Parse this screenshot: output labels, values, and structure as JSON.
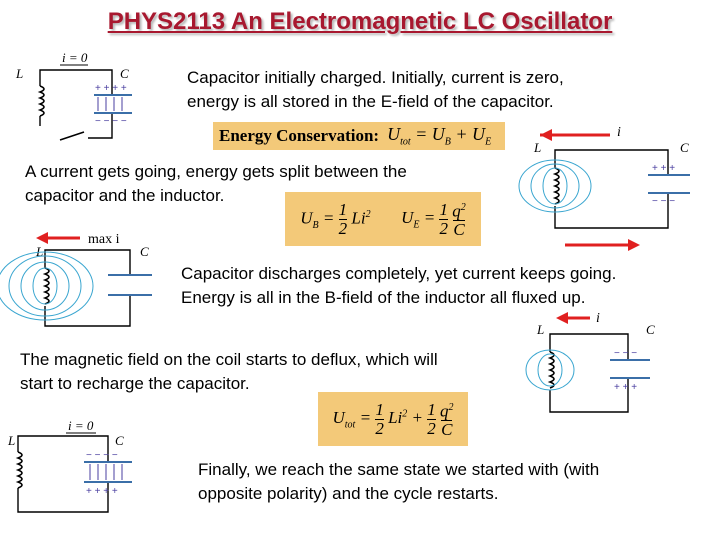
{
  "title": "PHYS2113 An Electromagnetic LC Oscillator",
  "captions": [
    {
      "line1": "Capacitor initially charged. Initially, current is zero,",
      "line2": "energy is all stored in the E-field of the capacitor."
    },
    {
      "line1": "A current gets going, energy gets split between the",
      "line2": "capacitor and the inductor."
    },
    {
      "line1": "Capacitor discharges completely, yet current keeps going.",
      "line2": "Energy is all in the B-field of the inductor all fluxed up."
    },
    {
      "line1": "The magnetic field on the coil starts to deflux, which will",
      "line2": "start to recharge the capacitor."
    },
    {
      "line1": "Finally, we reach the same state we started with (with",
      "line2": "opposite polarity) and the cycle restarts."
    }
  ],
  "equations": {
    "energy_conservation_label": "Energy Conservation:",
    "energy_conservation_expr": "U_tot = U_B + U_E",
    "split_energy": "U_B = (1/2) L i^2   U_E = (1/2) q^2 / C",
    "total_energy": "U_tot = (1/2) L i^2 + (1/2) q^2 / C"
  },
  "circuit_labels": {
    "inductor": "L",
    "capacitor": "C",
    "zero_current": "i = 0",
    "current": "i",
    "max_current": "max i"
  },
  "colors": {
    "title": "#a8182f",
    "equation_box": "#f3c979",
    "current_arrow": "#e02020",
    "field_line": "#3aa6d0",
    "charge": "#4a3fa0"
  }
}
